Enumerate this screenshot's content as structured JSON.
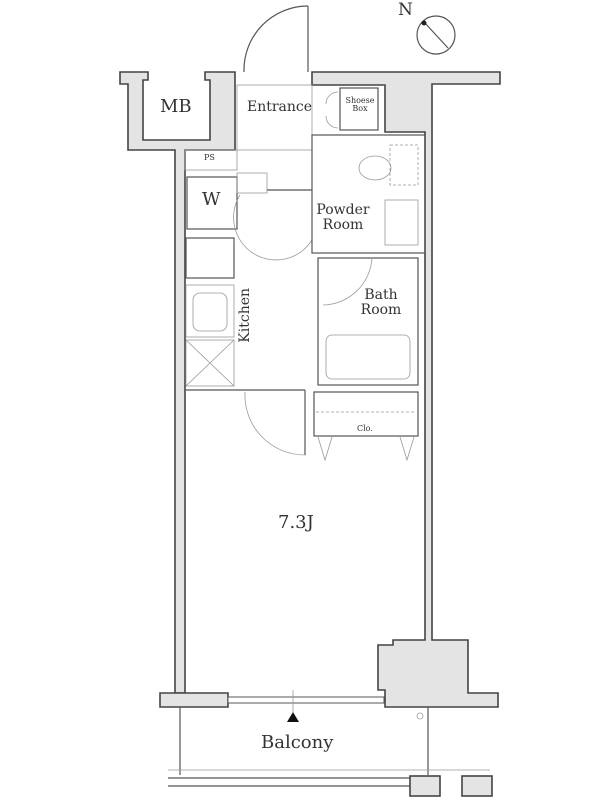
{
  "compass": {
    "label": "N"
  },
  "rooms": {
    "mb": "MB",
    "entrance": "Entrance",
    "shoe_box_line1": "Shoese",
    "shoe_box_line2": "Box",
    "ps": "PS",
    "w": "W",
    "powder_room_line1": "Powder",
    "powder_room_line2": "Room",
    "kitchen": "Kitchen",
    "bath_room_line1": "Bath",
    "bath_room_line2": "Room",
    "closet": "Clo.",
    "living": "7.3J",
    "balcony": "Balcony"
  },
  "colors": {
    "wall_fill": "#e4e4e4",
    "line": "#444444"
  }
}
